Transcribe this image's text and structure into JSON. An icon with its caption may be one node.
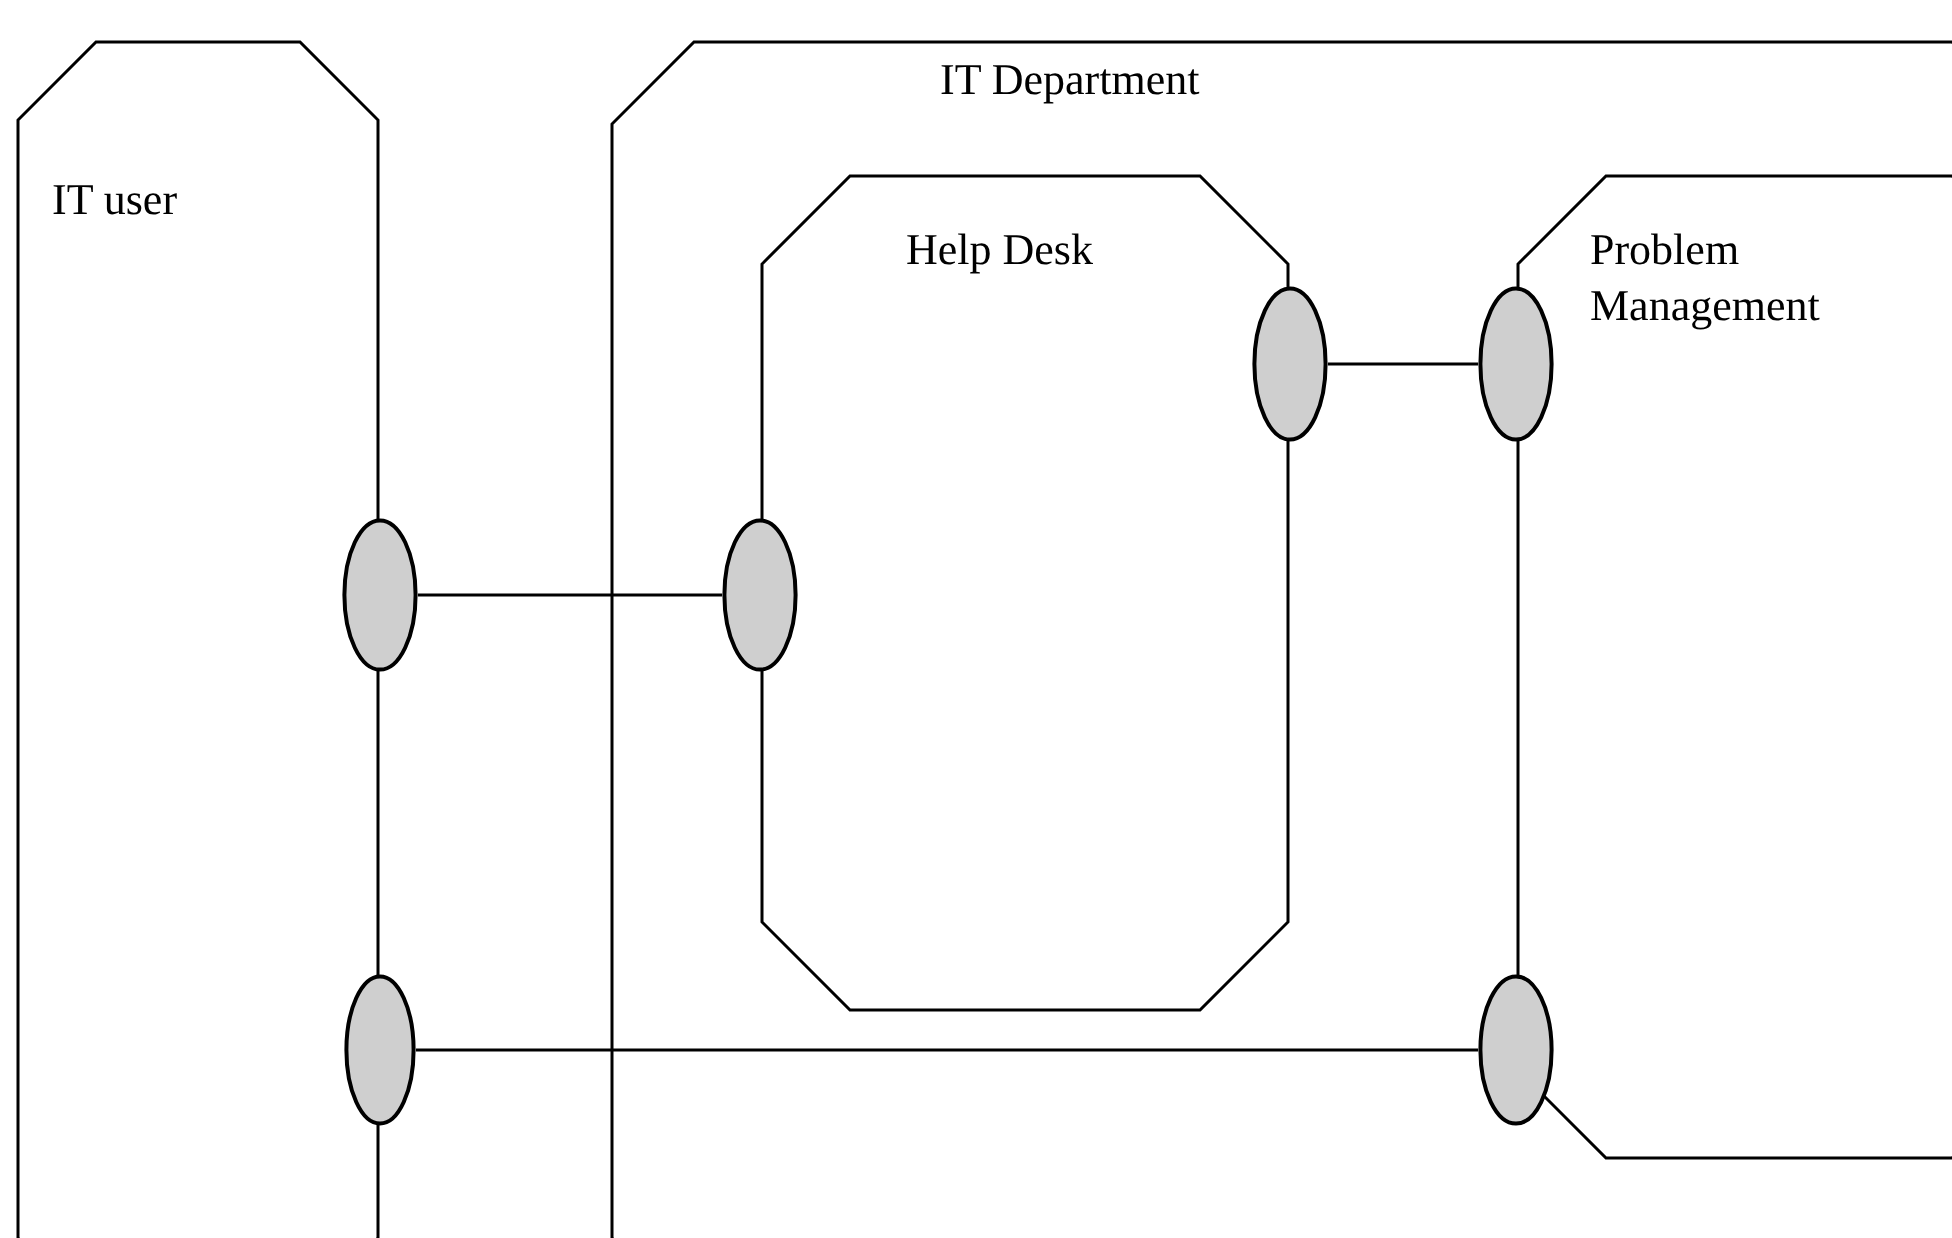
{
  "diagram": {
    "nodes": [
      {
        "text": [
          "IT user"
        ]
      },
      {
        "text": [
          "IT Department"
        ]
      },
      {
        "text": [
          "Help Desk"
        ],
        "in": 1
      },
      {
        "text": [
          "Problem Management"
        ],
        "in": 1
      },
      {
        "text": [],
        "shape": "ellipse"
      },
      {
        "text": [],
        "shape": "ellipse"
      },
      {
        "text": [],
        "shape": "ellipse",
        "in": 1
      },
      {
        "text": [],
        "shape": "ellipse",
        "in": 1
      },
      {
        "text": [],
        "shape": "ellipse",
        "in": 1
      },
      {
        "text": [],
        "shape": "ellipse",
        "in": 1
      }
    ],
    "edges": [
      {
        "from": 4,
        "to": 6,
        "arrow": "none"
      },
      {
        "from": 7,
        "to": 8,
        "arrow": "none"
      },
      {
        "from": 5,
        "to": 9,
        "arrow": "none"
      }
    ]
  }
}
